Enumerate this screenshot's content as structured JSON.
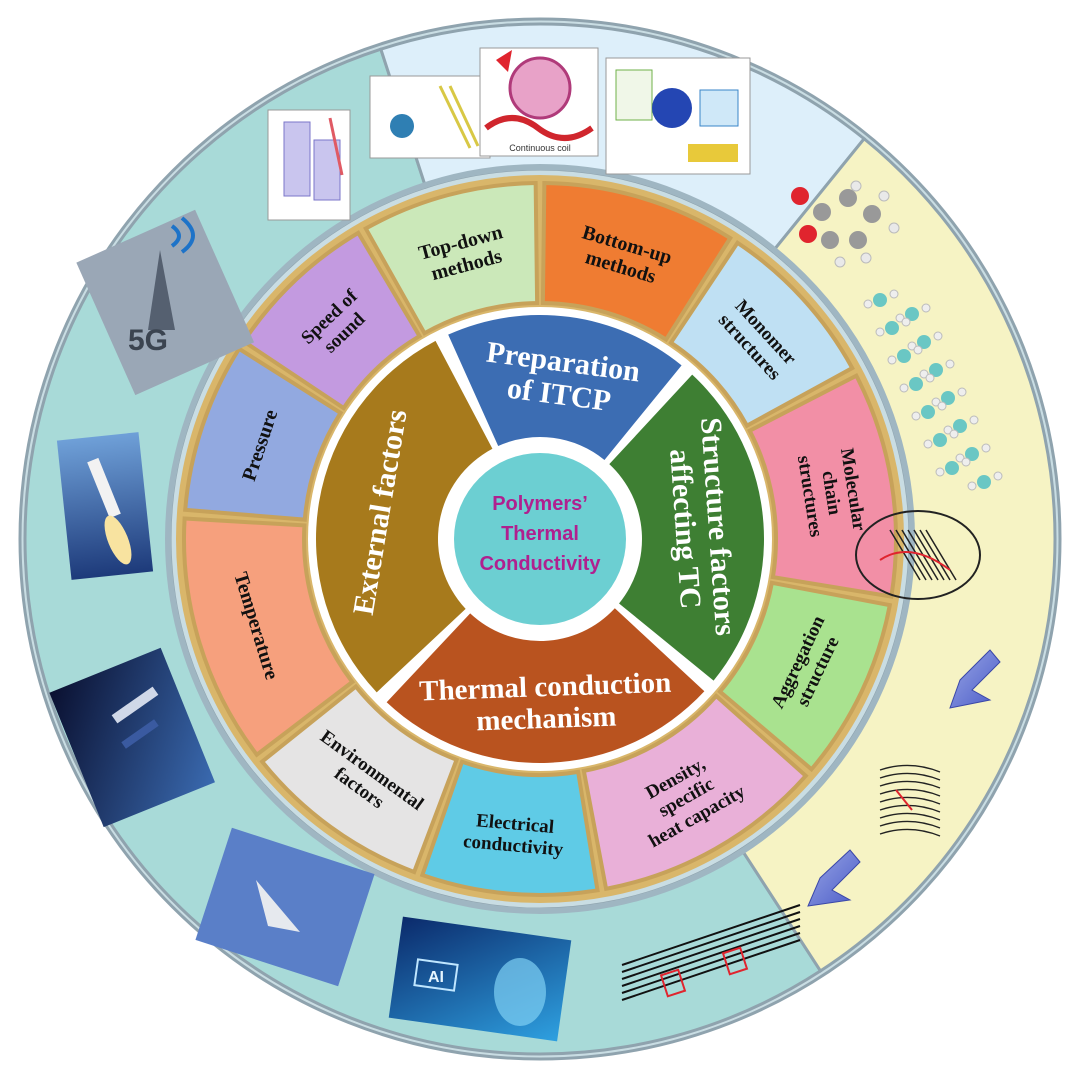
{
  "center": {
    "lines": [
      "Polymers’",
      "Thermal",
      "Conductivity"
    ]
  },
  "inner_sectors": {
    "preparation": [
      "Preparation",
      "of ITCP"
    ],
    "structure": [
      "Structure factors",
      "affecting TC"
    ],
    "mechanism": [
      "Thermal conduction",
      "mechanism"
    ],
    "external": [
      "External  factors"
    ]
  },
  "outer_segments": {
    "bottom_up": [
      "Bottom-up",
      "methods"
    ],
    "monomer": [
      "Monomer",
      "structures"
    ],
    "molecular_chain": [
      "Molecular",
      "chain",
      "structures"
    ],
    "aggregation": [
      "Aggregation",
      "structure"
    ],
    "density": [
      "Density,",
      "specific",
      "heat capacity"
    ],
    "electrical": [
      "Electrical",
      "conductivity"
    ],
    "environmental": [
      "Environmental",
      "factors"
    ],
    "temperature": [
      "Temperature"
    ],
    "pressure": [
      "Pressure"
    ],
    "speed_of_sound": [
      "Speed of",
      "sound"
    ],
    "top_down": [
      "Top-down",
      "methods"
    ]
  },
  "ring_images": {
    "continuous_coil_caption": "Continuous coil",
    "ai_label": "AI",
    "fiveg_label": "5G"
  },
  "colors": {
    "preparation": "#3c6db3",
    "structure": "#3e7f33",
    "mechanism": "#b9531f",
    "external": "#a77a1c",
    "center": "#6ccfd2",
    "gold": "#d9b66a",
    "ring_left": "#a8dad8",
    "ring_right": "#f6f3c4",
    "ring_top": "#ddeffa"
  }
}
